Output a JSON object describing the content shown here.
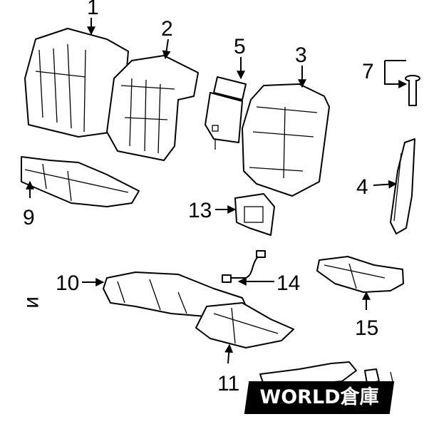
{
  "callouts": {
    "c1": "1",
    "c2": "2",
    "c3": "3",
    "c4": "4",
    "c5": "5",
    "c7": "7",
    "c9": "9",
    "c10": "10",
    "c11": "11",
    "c13": "13",
    "c14": "14",
    "c15": "15"
  },
  "watermark": "WORLD倉庫"
}
